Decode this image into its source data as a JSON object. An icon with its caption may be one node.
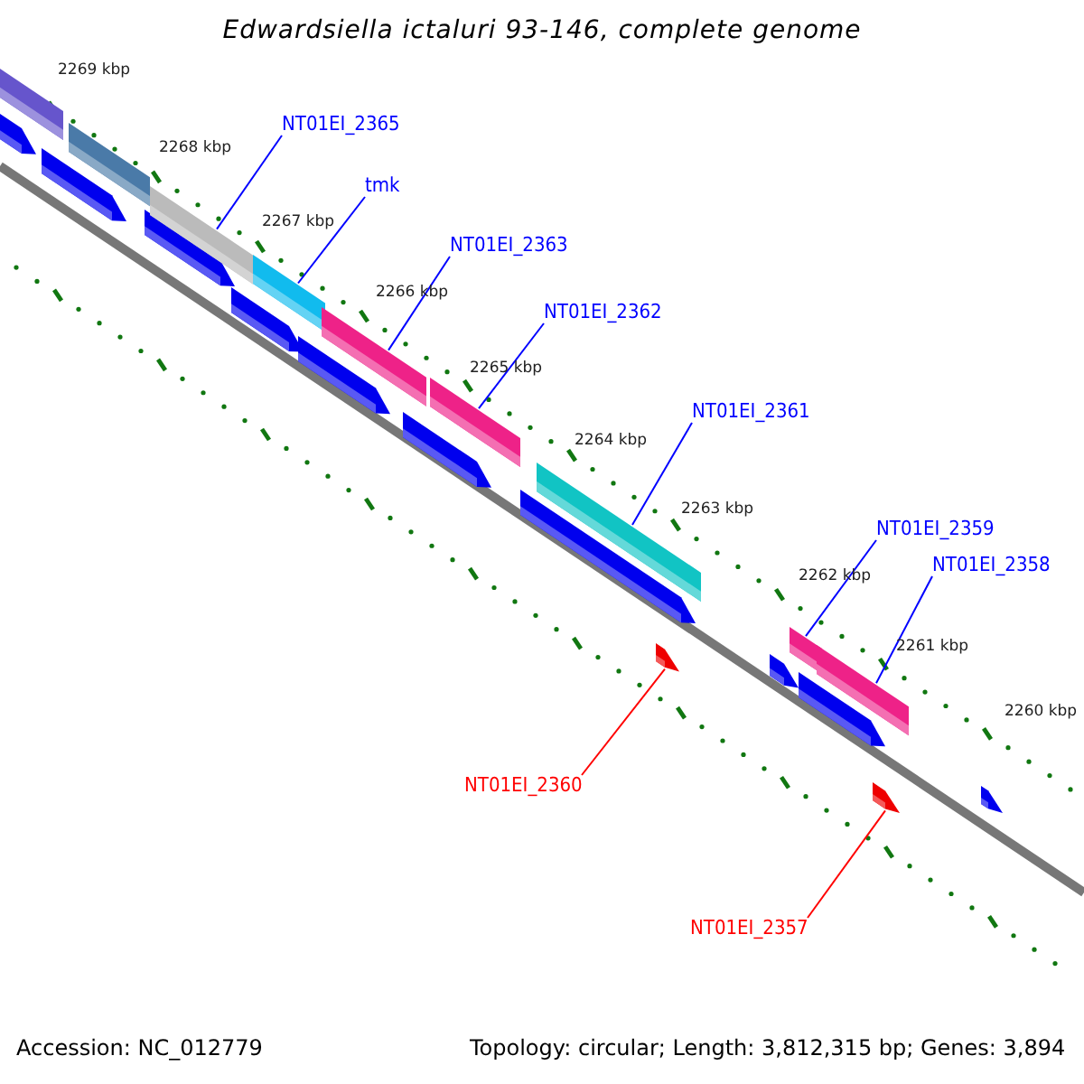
{
  "diagram": {
    "title": "Edwardsiella ictaluri 93-146, complete genome",
    "nodes": [
      {
        "text": [
          "NT01EI_2365"
        ]
      },
      {
        "text": [],
        "shape": "bar"
      },
      {
        "text": [
          "tmk"
        ]
      },
      {
        "text": [],
        "shape": "bar"
      },
      {
        "text": [
          "NT01EI_2363"
        ]
      },
      {
        "text": [],
        "shape": "bar"
      },
      {
        "text": [
          "NT01EI_2362"
        ]
      },
      {
        "text": [],
        "shape": "bar"
      },
      {
        "text": [
          "NT01EI_2361"
        ]
      },
      {
        "text": [],
        "shape": "bar"
      },
      {
        "text": [
          "NT01EI_2359"
        ]
      },
      {
        "text": [],
        "shape": "bar"
      },
      {
        "text": [
          "NT01EI_2358"
        ]
      },
      {
        "text": [],
        "shape": "bar"
      },
      {
        "text": [
          "NT01EI_2360"
        ]
      },
      {
        "text": [],
        "shape": "arrow"
      },
      {
        "text": [
          "NT01EI_2357"
        ]
      },
      {
        "text": [],
        "shape": "arrow"
      }
    ],
    "edges": [
      {
        "from": 0,
        "to": 1,
        "arrow": "none"
      },
      {
        "from": 2,
        "to": 3,
        "arrow": "none"
      },
      {
        "from": 4,
        "to": 5,
        "arrow": "none"
      },
      {
        "from": 6,
        "to": 7,
        "arrow": "none"
      },
      {
        "from": 8,
        "to": 9,
        "arrow": "none"
      },
      {
        "from": 10,
        "to": 11,
        "arrow": "none"
      },
      {
        "from": 12,
        "to": 13,
        "arrow": "none"
      },
      {
        "from": 14,
        "to": 15,
        "arrow": "none",
        "color": "#ff0000"
      },
      {
        "from": 16,
        "to": 17,
        "arrow": "none",
        "color": "#ff0000"
      }
    ],
    "labels": [
      "2269 kbp",
      "2268 kbp",
      "2267 kbp",
      "2266 kbp",
      "2265 kbp",
      "2264 kbp",
      "2263 kbp",
      "2262 kbp",
      "2261 kbp",
      "2260 kbp",
      "Accession: NC_012779",
      "Topology: circular; Length: 3,812,315 bp; Genes: 3,894"
    ]
  }
}
